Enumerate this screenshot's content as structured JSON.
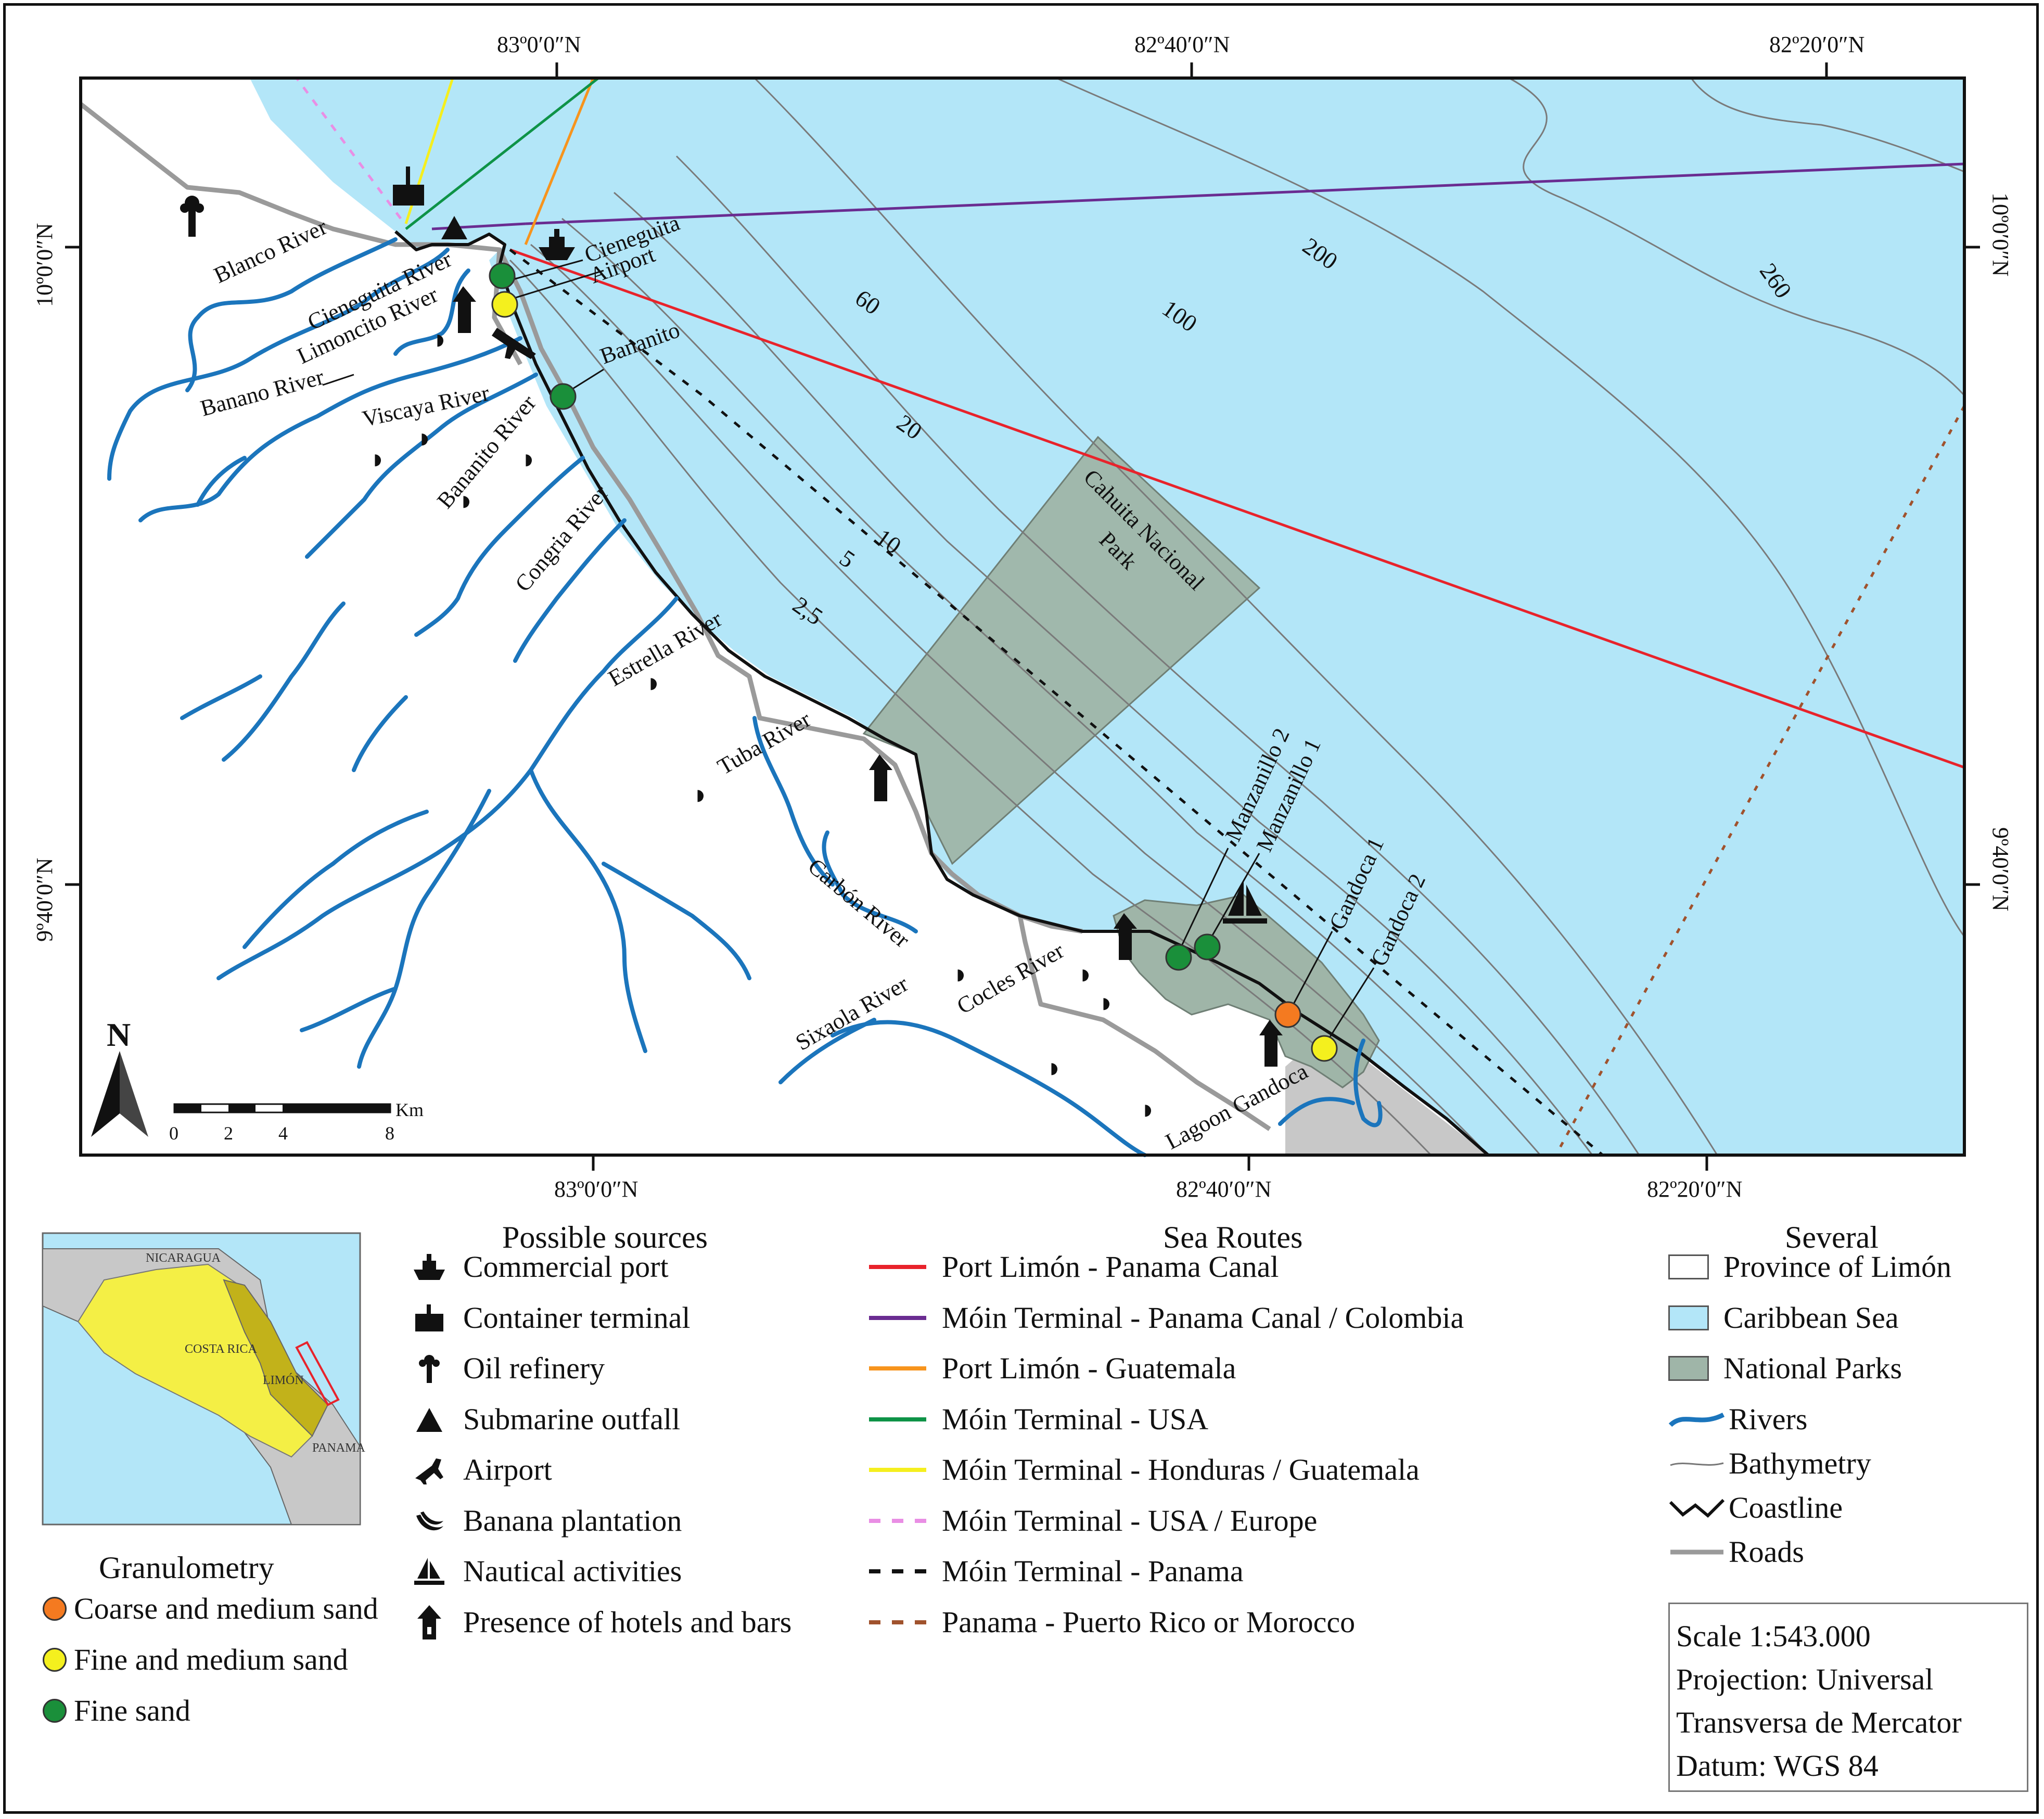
{
  "graticule": {
    "top": [
      "83º0′0″N",
      "82º40′0″N",
      "82º20′0″N"
    ],
    "bottom": [
      "83º0′0″N",
      "82º40′0″N",
      "82º20′0″N"
    ],
    "left": [
      "10º0′0″N",
      "9º40′0″N"
    ],
    "right": [
      "10º0′0″N",
      "9º40′0″N"
    ]
  },
  "north": "N",
  "scalebar": {
    "ticks": [
      "0",
      "2",
      "4",
      "8"
    ],
    "unit": "Km"
  },
  "rivers": [
    "Blanco River",
    "Cieneguita River",
    "Limoncito River",
    "Banano River",
    "Viscaya River",
    "Bananito River",
    "Congria River",
    "Estrella River",
    "Tuba River",
    "Carbón River",
    "Cocles River",
    "Sixaola River"
  ],
  "places": {
    "cieneguita": "Cieneguita",
    "airport": "Airport",
    "bananito": "Bananito",
    "park_line1": "Cahuita Nacional",
    "park_line2": "Park",
    "manzanillo2": "Manzanillo 2",
    "manzanillo1": "Manzanillo 1",
    "gandoca1": "Gandoca 1",
    "gandoca2": "Gandoca 2",
    "lagoon": "Lagoon Gandoca"
  },
  "bathymetry": [
    "200",
    "260",
    "60",
    "100",
    "20",
    "10",
    "5",
    "2,5"
  ],
  "inset": {
    "nicaragua": "NICARAGUA",
    "costa_rica": "COSTA RICA",
    "limon": "LIMÓN",
    "panama": "PANAMA"
  },
  "granulometry": {
    "title": "Granulometry",
    "items": [
      {
        "label": "Coarse and medium sand",
        "color": "#f47a20"
      },
      {
        "label": "Fine and medium sand",
        "color": "#f4f01e"
      },
      {
        "label": "Fine sand",
        "color": "#1a8f3a"
      }
    ]
  },
  "sources": {
    "title": "Possible sources",
    "items": [
      {
        "label": "Commercial port",
        "icon": "ship-icon"
      },
      {
        "label": "Container terminal",
        "icon": "container-icon"
      },
      {
        "label": "Oil refinery",
        "icon": "refinery-icon"
      },
      {
        "label": "Submarine outfall",
        "icon": "triangle-icon"
      },
      {
        "label": "Airport",
        "icon": "airplane-icon"
      },
      {
        "label": "Banana plantation",
        "icon": "banana-icon"
      },
      {
        "label": "Nautical activities",
        "icon": "sailboat-icon"
      },
      {
        "label": "Presence of hotels and bars",
        "icon": "hotel-icon"
      }
    ]
  },
  "routes": {
    "title": "Sea Routes",
    "items": [
      {
        "label": "Port Limón - Panama Canal",
        "color": "#e8232b",
        "dash": false
      },
      {
        "label": "Móin Terminal - Panama Canal / Colombia",
        "color": "#6a2c91",
        "dash": false
      },
      {
        "label": "Port Limón - Guatemala",
        "color": "#f7941d",
        "dash": false
      },
      {
        "label": "Móin Terminal - USA",
        "color": "#0e9347",
        "dash": false
      },
      {
        "label": "Móin Terminal - Honduras / Guatemala",
        "color": "#f5ef1e",
        "dash": false
      },
      {
        "label": "Móin Terminal - USA / Europe",
        "color": "#e98ee4",
        "dash": true
      },
      {
        "label": "Móin Terminal - Panama",
        "color": "#111111",
        "dash": true
      },
      {
        "label": "Panama - Puerto Rico or Morocco",
        "color": "#a0522d",
        "dash": true
      }
    ]
  },
  "several": {
    "title": "Several",
    "items": [
      {
        "label": "Province of Limón",
        "kind": "fill",
        "color": "#ffffff"
      },
      {
        "label": "Caribbean Sea",
        "kind": "fill",
        "color": "#b3e6f8"
      },
      {
        "label": "National Parks",
        "kind": "fill",
        "color": "#9fb5a8"
      },
      {
        "label": "Rivers",
        "kind": "river",
        "color": "#1b75bc"
      },
      {
        "label": "Bathymetry",
        "kind": "thin",
        "color": "#777777"
      },
      {
        "label": "Coastline",
        "kind": "coast",
        "color": "#111111"
      },
      {
        "label": "Roads",
        "kind": "road",
        "color": "#9a9a9a"
      }
    ]
  },
  "info": [
    "Scale 1:543.000",
    "Projection: Universal",
    "Transversa de Mercator",
    "Datum: WGS 84"
  ],
  "colors": {
    "sea": "#b3e6f8",
    "land": "#ffffff",
    "park": "#9fb5a8",
    "river": "#1b75bc",
    "road": "#9a9a9a",
    "panama_land": "#c8c8c8"
  }
}
